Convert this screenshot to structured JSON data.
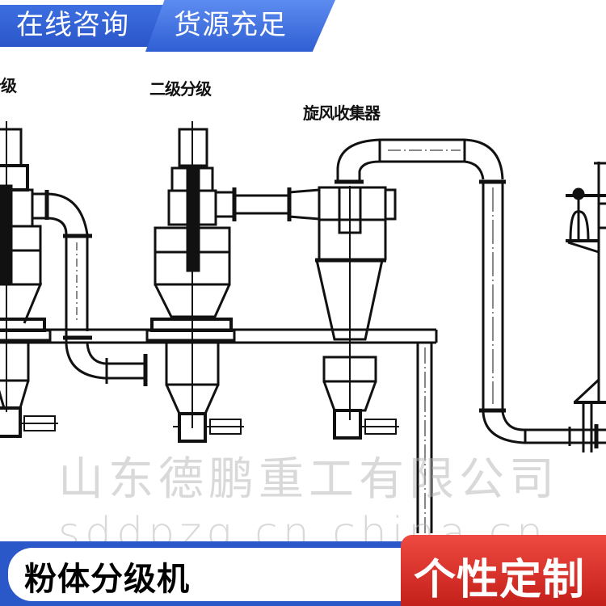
{
  "top_tags": [
    {
      "label": "在线咨询"
    },
    {
      "label": "货源充足"
    }
  ],
  "diagram": {
    "title": "粉体分级机 工艺流程图",
    "labels": [
      {
        "text": "一级分级",
        "visible_text": "分级"
      },
      {
        "text": "二级分级"
      },
      {
        "text": "旋风收集器"
      }
    ],
    "components": [
      "primary-classifier",
      "secondary-classifier",
      "cyclone-collector",
      "connecting-pipes",
      "support-platform",
      "discharge-valves",
      "dust-collector"
    ]
  },
  "watermark": {
    "company": "山东德鹏重工有限公司",
    "url": "sddpzg.cn.china.cn"
  },
  "bottom_banner": {
    "product_name": "粉体分级机",
    "badge_label": "个性定制"
  },
  "colors": {
    "blue_primary": "#2a58c8",
    "blue_light": "#5d8cf0",
    "red_badge": "#d9302a",
    "white": "#ffffff",
    "line_black": "#111111"
  }
}
